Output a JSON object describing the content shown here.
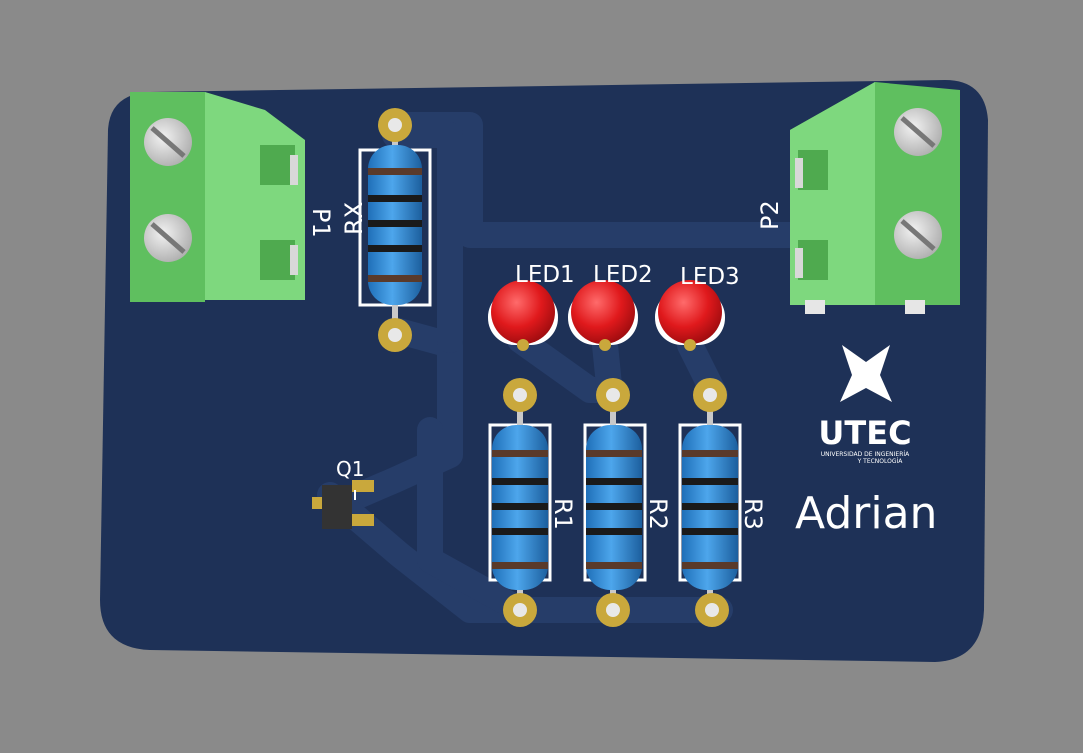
{
  "board": {
    "connectors": [
      {
        "ref": "P1"
      },
      {
        "ref": "P2"
      }
    ],
    "resistors": [
      {
        "ref": "RX"
      },
      {
        "ref": "R1"
      },
      {
        "ref": "R2"
      },
      {
        "ref": "R3"
      }
    ],
    "leds": [
      {
        "ref": "LED1"
      },
      {
        "ref": "LED2"
      },
      {
        "ref": "LED3"
      }
    ],
    "transistor": {
      "ref": "Q1"
    },
    "logo": {
      "name": "UTEC",
      "tagline_1": "UNIVERSIDAD DE INGENIERÍA",
      "tagline_2": "Y TECNOLOGÍA"
    },
    "author": "Adrian"
  },
  "colors": {
    "background": "#8a8a8a",
    "board": "#1e3157",
    "trace": "#263d69",
    "silkscreen": "#ffffff",
    "connector": "#6fcf6f",
    "resistor": "#3a8fd8",
    "led": "#e0191c",
    "pad": "#c9a83c"
  }
}
